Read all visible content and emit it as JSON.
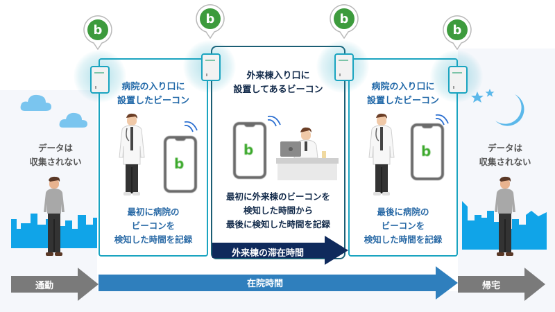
{
  "phases": {
    "commute": {
      "label": "通勤",
      "note_line1": "データは",
      "note_line2": "収集されない"
    },
    "hospital_entry": {
      "title_line1": "病院の入り口に",
      "title_line2": "設置したビーコン",
      "note_line1": "最初に病院の",
      "note_line2": "ビーコンを",
      "note_line3": "検知した時間を記録"
    },
    "outpatient": {
      "title_line1": "外来棟入り口に",
      "title_line2": "設置してあるビーコン",
      "note_line1": "最初に外来棟のビーコンを",
      "note_line2": "検知した時間から",
      "note_line3": "最後に検知した時間を記録",
      "arrow_label": "外来棟の滞在時間"
    },
    "hospital_exit": {
      "title_line1": "病院の入り口に",
      "title_line2": "設置したビーコン",
      "note_line1": "最後に病院の",
      "note_line2": "ビーコンを",
      "note_line3": "検知した時間を記録"
    },
    "return_home": {
      "label": "帰宅",
      "note_line1": "データは",
      "note_line2": "収集されない"
    }
  },
  "timeline": {
    "in_hospital_label": "在院時間"
  },
  "icons": {
    "beacon_app_pin": "b",
    "phone_app_logo": "b"
  },
  "colors": {
    "panel_border": "#1aa4c0",
    "center_border": "#1b5e74",
    "timeline_blue": "#2f7fbd",
    "navy_arrow": "#0f2a5c",
    "gray_arrow": "#7a7a7a",
    "pin_green": "#3d9b3d",
    "skyline": "#10a4e8",
    "cloud": "#7ac5ef"
  }
}
